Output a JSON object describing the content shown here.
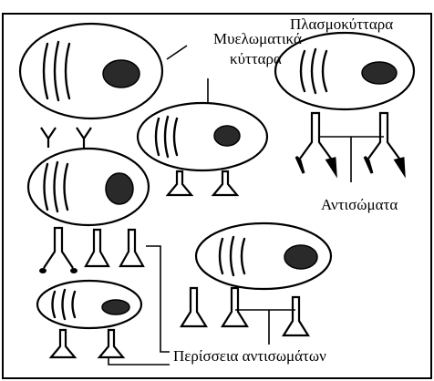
{
  "labels": {
    "myeloma_cells": "Μυελωματικά κύτταρα",
    "plasma_cell": "Πλασμοκύτταρα",
    "antibodies": "Αντισώματα",
    "excess_antibodies": "Περίσσεια αντισωμάτων"
  },
  "colors": {
    "stroke": "#000000",
    "background": "#ffffff",
    "nucleus": "#2a2a2a"
  },
  "icons": {
    "cell": "cell-icon",
    "nucleus": "nucleus-icon",
    "antibody": "antibody-icon"
  }
}
